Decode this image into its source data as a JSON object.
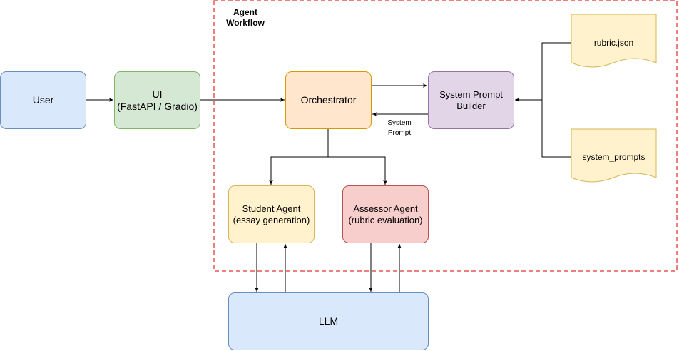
{
  "group": {
    "label": "Agent\nWorkflow"
  },
  "nodes": {
    "user": "User",
    "ui": "UI\n(FastAPI / Gradio)",
    "orchestrator": "Orchestrator",
    "system_prompt_builder": "System Prompt\nBuilder",
    "student_agent": "Student Agent\n(essay generation)",
    "assessor_agent": "Assessor Agent\n(rubric evaluation)",
    "llm": "LLM"
  },
  "documents": {
    "rubric": "rubric.json",
    "system_prompts": "system_prompts"
  },
  "edges": {
    "system_prompt_label": "System\nPrompt"
  },
  "colors": {
    "group_border": "#e85555",
    "document_fill": "#fff2cc",
    "document_border": "#d6b656",
    "edge": "#000000"
  }
}
